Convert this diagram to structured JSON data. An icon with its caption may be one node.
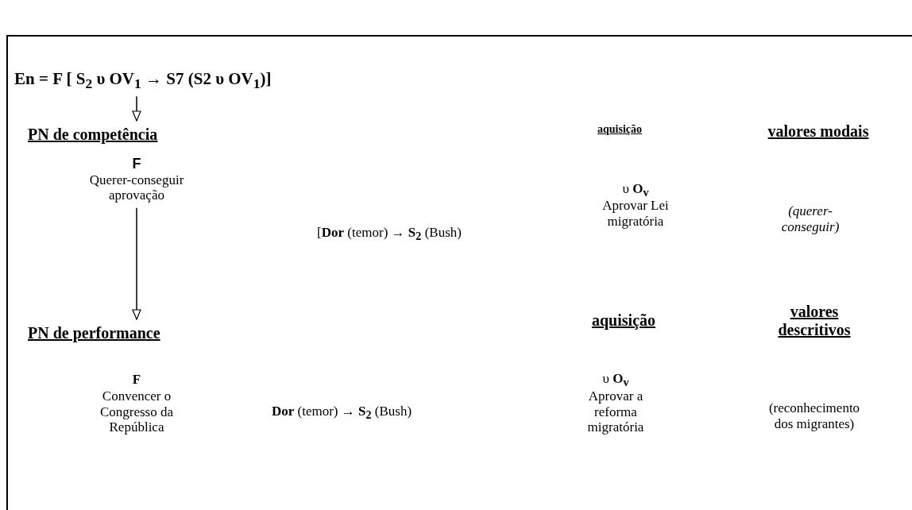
{
  "diagram": {
    "nodes": [
      {
        "text": [
          "En = F [ S$_{2}$ υ OV$_{1}$ → S7 (S2 υ OV$_{1}$)]"
        ]
      },
      {
        "text": [
          "PN de competência"
        ]
      },
      {
        "text": [
          "F",
          "Querer-conseguir aprovação"
        ]
      },
      {
        "text": [
          "PN de performance"
        ]
      }
    ],
    "edges": [
      {
        "from": 0,
        "to": 1,
        "arrow": "to"
      },
      {
        "from": 2,
        "to": 3,
        "arrow": "to"
      }
    ],
    "labels": [
      "aquisição",
      "valores modais",
      "[**Dor** (temor) → **S$_{2}$** (Bush)",
      "υ **O$_{v}$**",
      "Aprovar Lei migratória",
      "(querer- conseguir)",
      "aquisição",
      "valores descritivos",
      "F",
      "Convencer o Congresso da República",
      "**Dor** (temor) → **S$_{2}$** (Bush)",
      "υ **O$_{v}$**",
      "Aprovar a reforma migratória",
      "(reconhecimento dos migrantes)"
    ]
  }
}
